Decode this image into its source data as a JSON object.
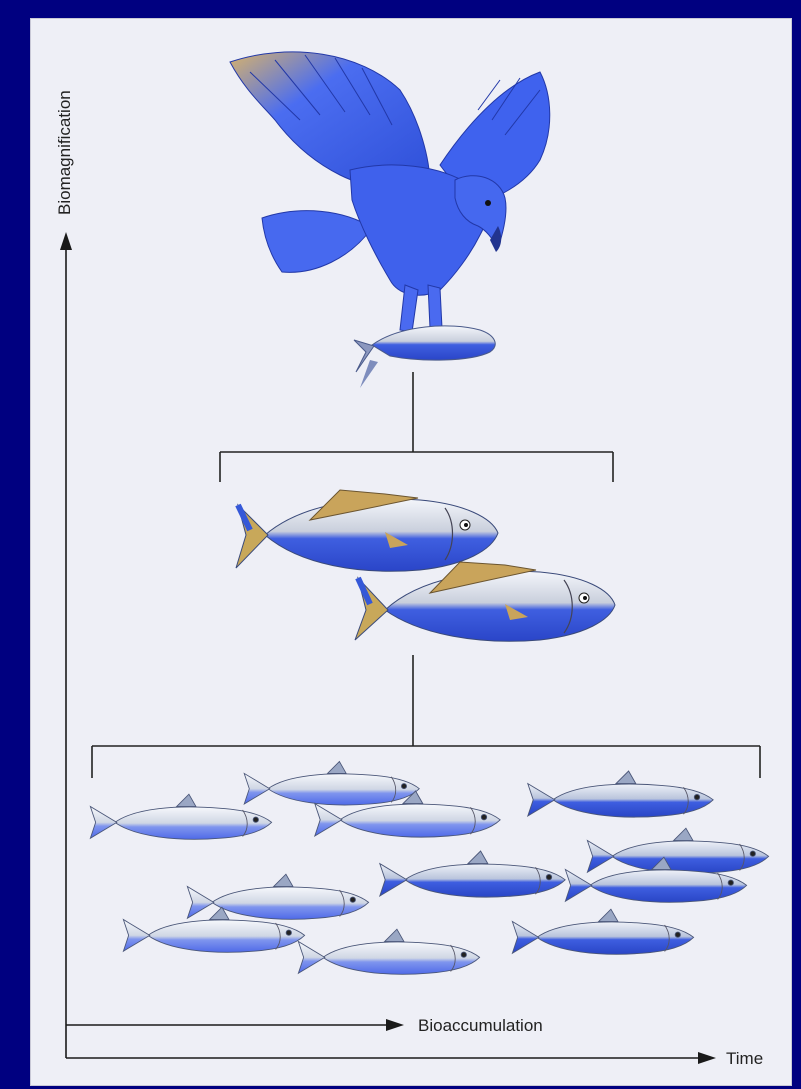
{
  "axes": {
    "vertical_label": "Biomagnification",
    "inner_horizontal_label": "Bioaccumulation",
    "outer_horizontal_label": "Time"
  },
  "trophic_levels": {
    "top": "eagle-with-fish",
    "middle": "two-large-fish",
    "bottom": "small-fish-school"
  },
  "colors": {
    "background": "#000080",
    "panel": "#eeeff6",
    "contaminant_blue": "#3a5ae0",
    "silver": "#d6dbe6"
  }
}
